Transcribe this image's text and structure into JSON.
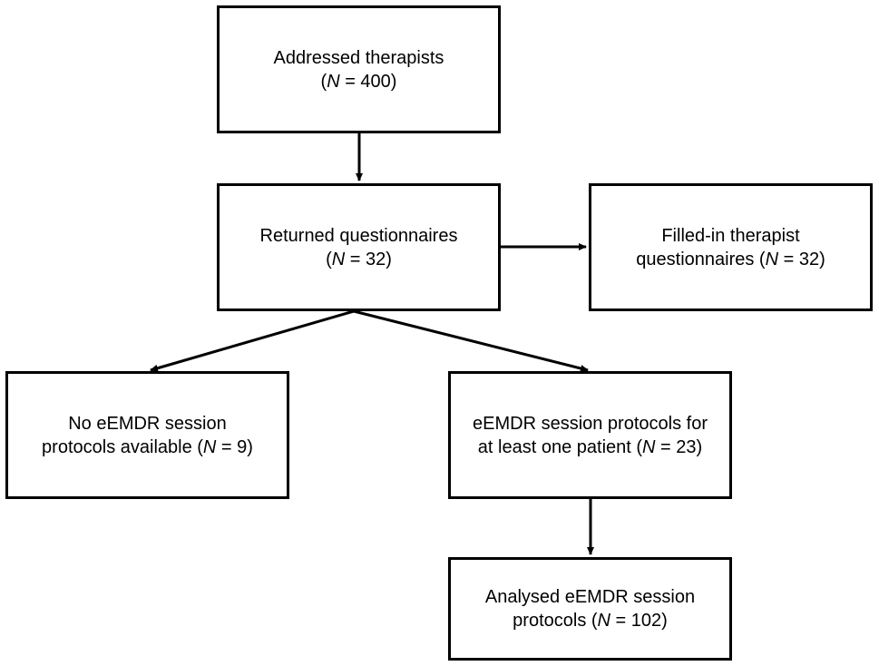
{
  "nodes": {
    "addressed": {
      "line1": "Addressed therapists",
      "line2_pre": "(",
      "n": "N",
      "line2_post": " = 400)"
    },
    "returned": {
      "line1": "Returned questionnaires",
      "line2_pre": "(",
      "n": "N",
      "line2_post": " = 32)"
    },
    "filled": {
      "line1": "Filled-in therapist",
      "line2_pre": "questionnaires (",
      "n": "N",
      "line2_post": " = 32)"
    },
    "noprot": {
      "line1": "No eEMDR session",
      "line2_pre": "protocols available (",
      "n": "N",
      "line2_post": " = 9)"
    },
    "eprot": {
      "line1": "eEMDR session protocols for",
      "line2_pre": "at least one patient (",
      "n": "N",
      "line2_post": " = 23)"
    },
    "analysed": {
      "line1": "Analysed eEMDR session",
      "line2_pre": "protocols (",
      "n": "N",
      "line2_post": " = 102)"
    }
  },
  "edges": [
    {
      "from": "addressed",
      "to": "returned"
    },
    {
      "from": "returned",
      "to": "filled"
    },
    {
      "from": "returned",
      "to": "noprot"
    },
    {
      "from": "returned",
      "to": "eprot"
    },
    {
      "from": "eprot",
      "to": "analysed"
    }
  ],
  "colors": {
    "stroke": "#000000",
    "background": "#ffffff"
  }
}
